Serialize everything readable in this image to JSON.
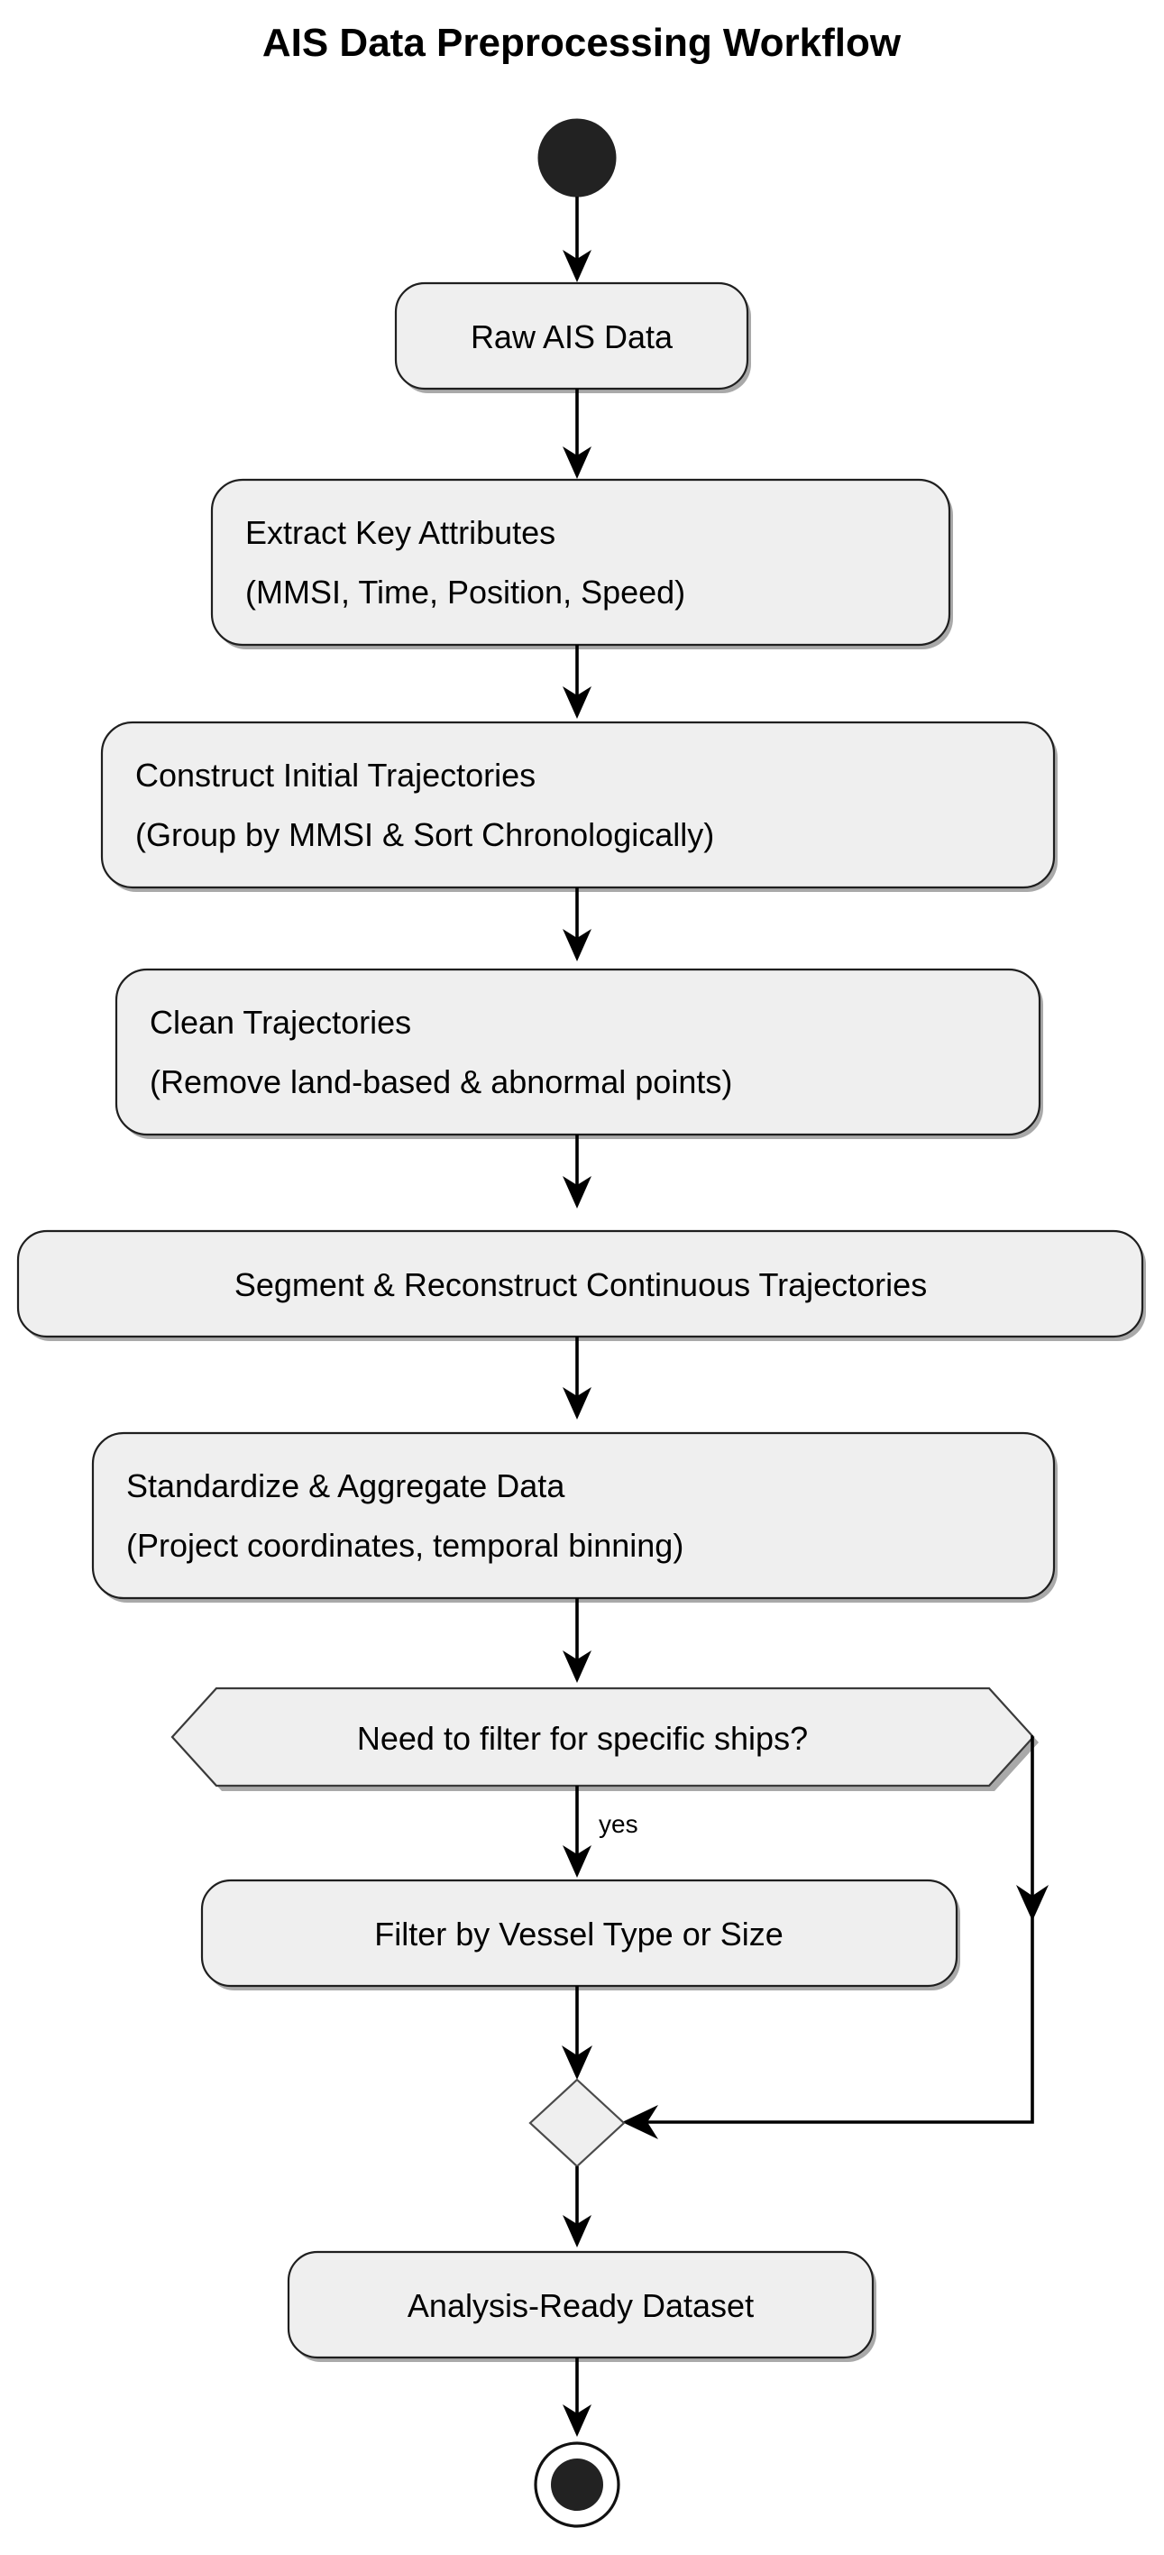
{
  "title": "AIS Data Preprocessing Workflow",
  "nodes": {
    "start": {
      "name": "start-node",
      "type": "initial"
    },
    "raw": {
      "line1": "Raw AIS Data"
    },
    "extract": {
      "line1": "Extract Key Attributes",
      "line2": "(MMSI, Time, Position, Speed)"
    },
    "construct": {
      "line1": "Construct Initial Trajectories",
      "line2": "(Group by MMSI & Sort Chronologically)"
    },
    "clean": {
      "line1": "Clean Trajectories",
      "line2": "(Remove land-based & abnormal points)"
    },
    "segment": {
      "line1": "Segment & Reconstruct Continuous Trajectories"
    },
    "standardize": {
      "line1": "Standardize & Aggregate Data",
      "line2": "(Project coordinates, temporal binning)"
    },
    "decision": {
      "line1": "Need to filter for specific ships?"
    },
    "filter": {
      "line1": "Filter by Vessel Type or Size"
    },
    "merge": {
      "name": "merge-diamond",
      "type": "merge"
    },
    "result": {
      "line1": "Analysis-Ready Dataset"
    },
    "end": {
      "name": "end-node",
      "type": "final"
    }
  },
  "edges": {
    "yes_label": "yes"
  },
  "colors": {
    "node_fill": "#efefef",
    "node_stroke": "#1f1f1f",
    "line": "#000000",
    "text": "#000000",
    "background": "#ffffff",
    "terminal": "#222222"
  }
}
